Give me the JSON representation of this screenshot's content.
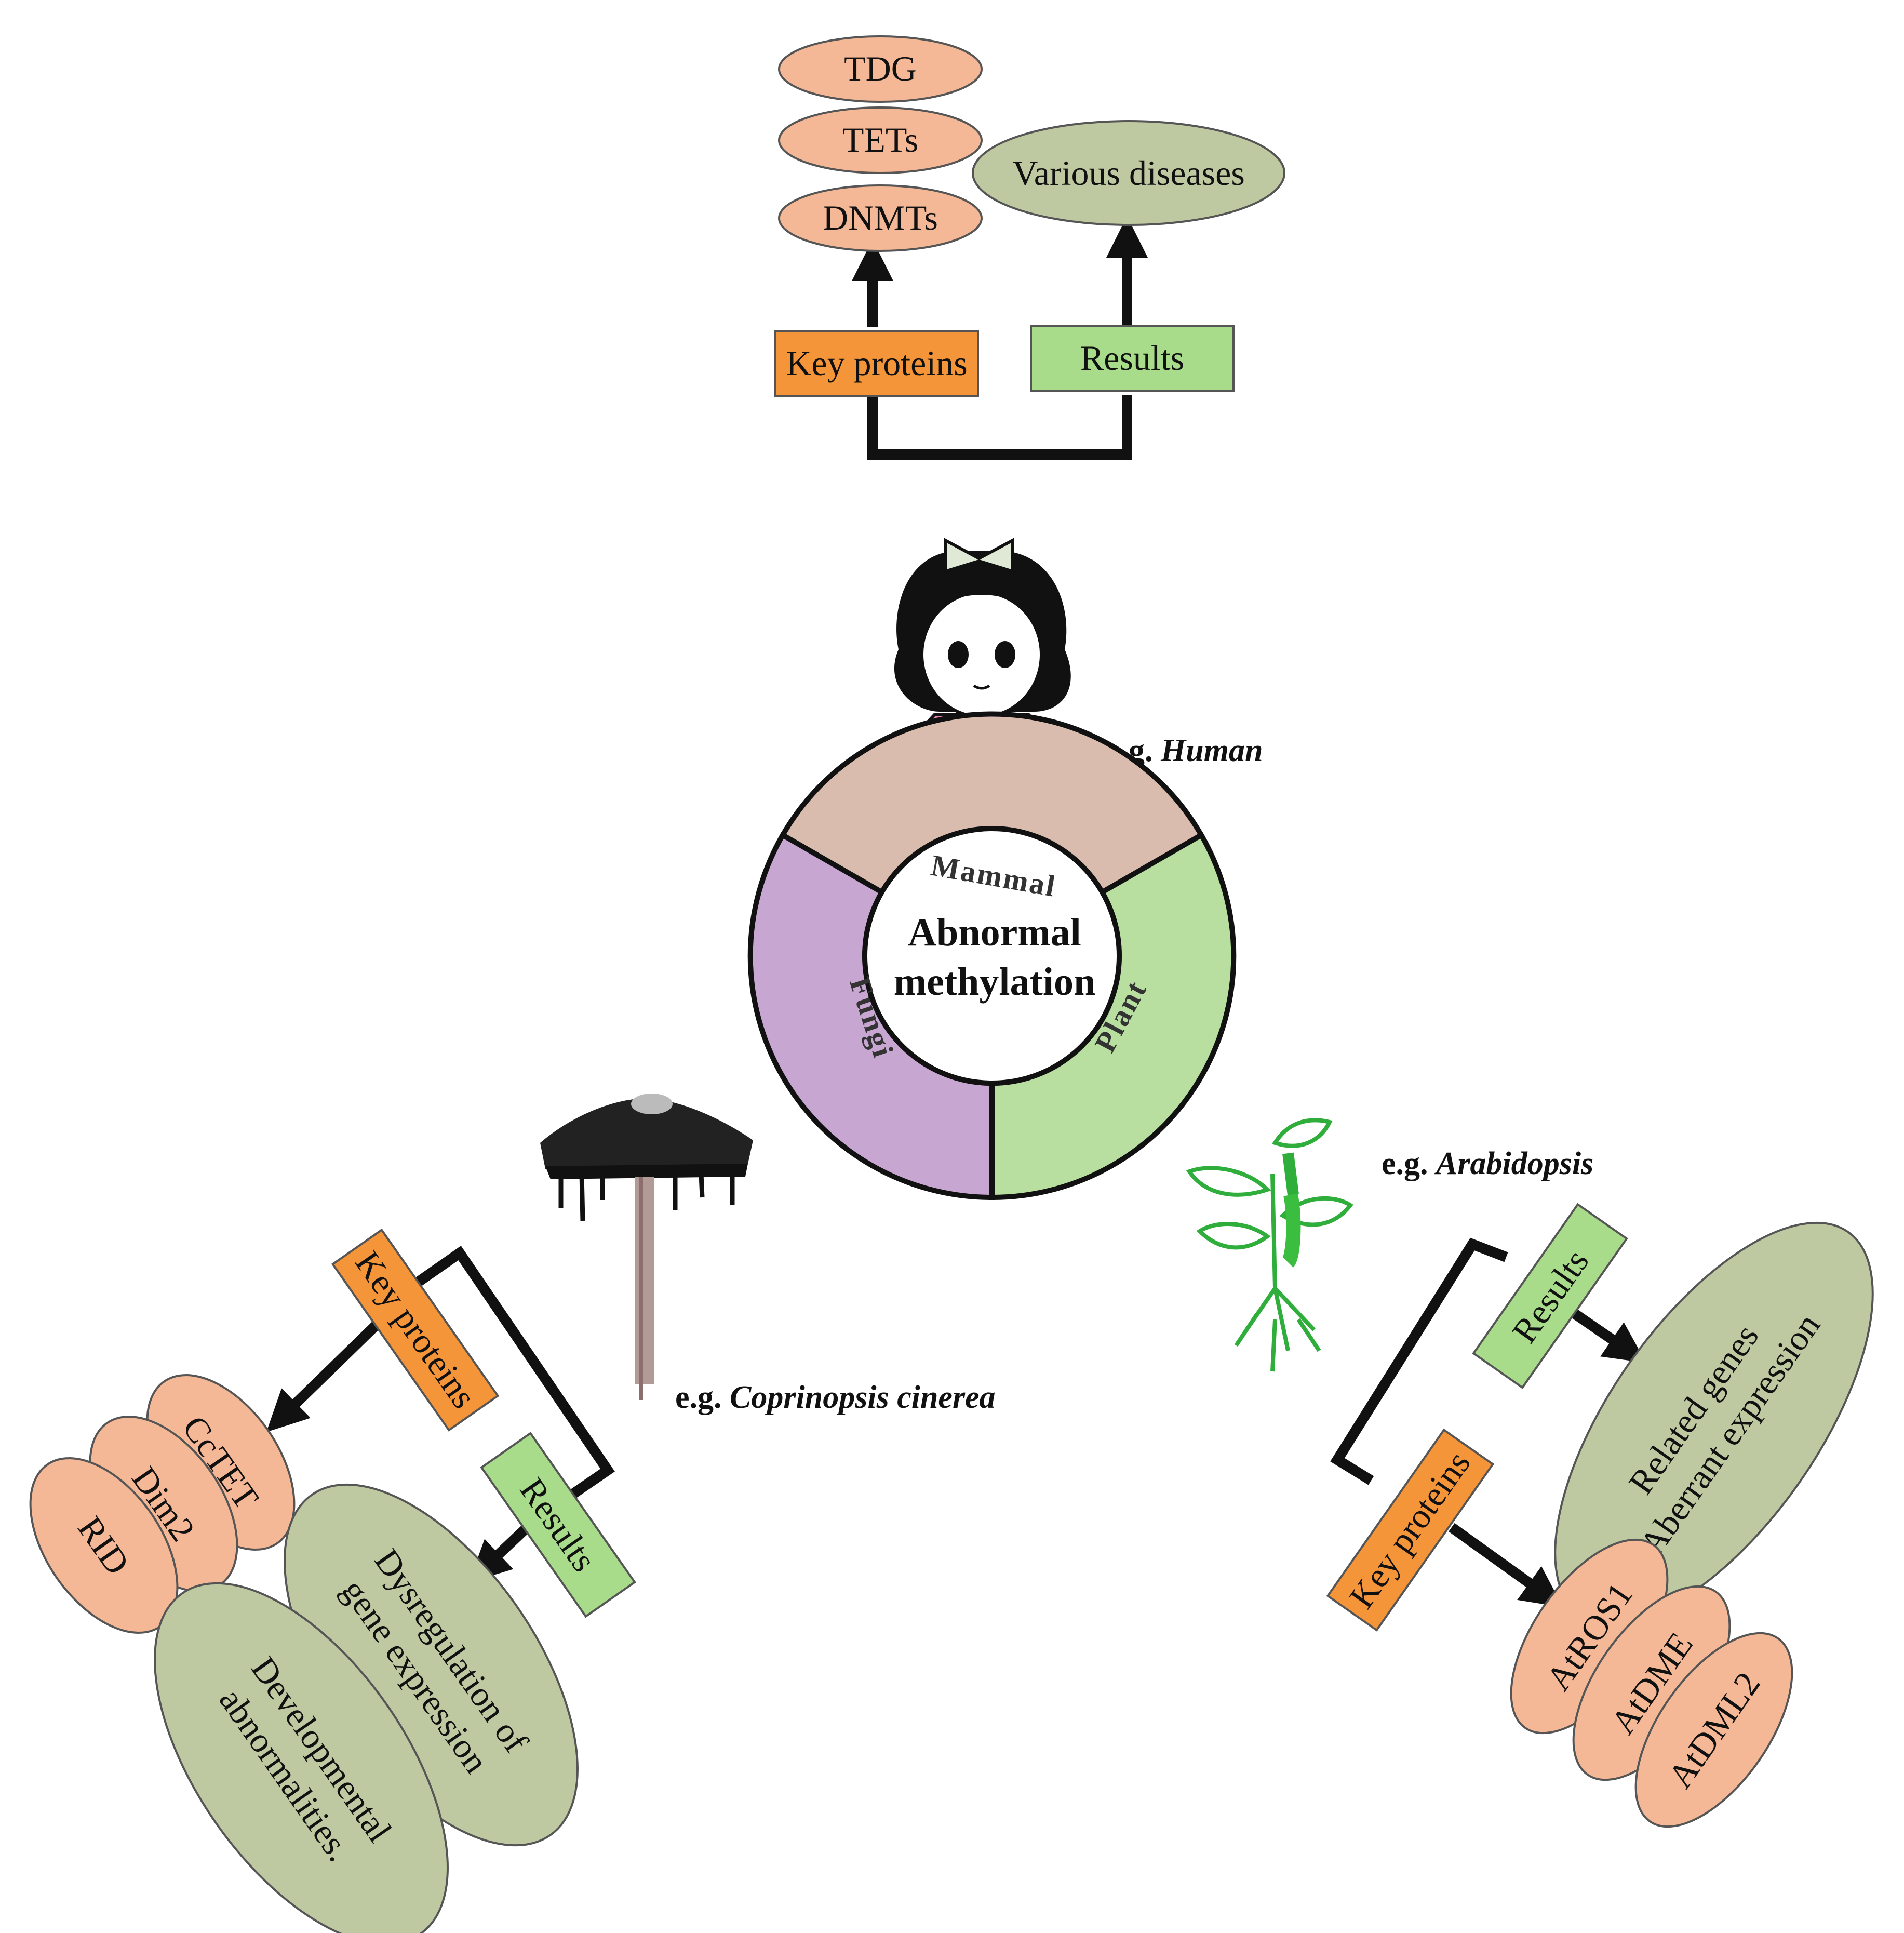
{
  "colors": {
    "protein_fill": "#f5b896",
    "result_fill": "#bfc9a1",
    "key_box": "#f5953a",
    "results_box": "#a8dc8a",
    "mammal": "#d9bcae",
    "fungi": "#c8a6d2",
    "plant": "#b8dea0",
    "line": "#111111"
  },
  "center": {
    "line1": "Abnormal",
    "line2": "methylation"
  },
  "segments": {
    "mammal": "Mammal",
    "fungi": "Fungi",
    "plant": "Plant"
  },
  "human": {
    "example_prefix": "e.g.",
    "example_name": "Human",
    "key_label": "Key proteins",
    "results_label": "Results",
    "proteins": [
      "TDG",
      "TETs",
      "DNMTs"
    ],
    "result": "Various diseases"
  },
  "fungus": {
    "example_prefix": "e.g.",
    "example_name": "Coprinopsis cinerea",
    "key_label": "Key proteins",
    "results_label": "Results",
    "proteins": [
      "CcTET",
      "Dim2",
      "RID"
    ],
    "results": [
      [
        "Dysregulation of",
        "gene expression"
      ],
      [
        "Developmental",
        "abnormalities."
      ]
    ]
  },
  "plant": {
    "example_prefix": "e.g.",
    "example_name": "Arabidopsis",
    "key_label": "Key proteins",
    "results_label": "Results",
    "proteins": [
      "AtROS1",
      "AtDME",
      "AtDML2"
    ],
    "result": [
      "Related genes",
      "Aberrant expression"
    ]
  }
}
